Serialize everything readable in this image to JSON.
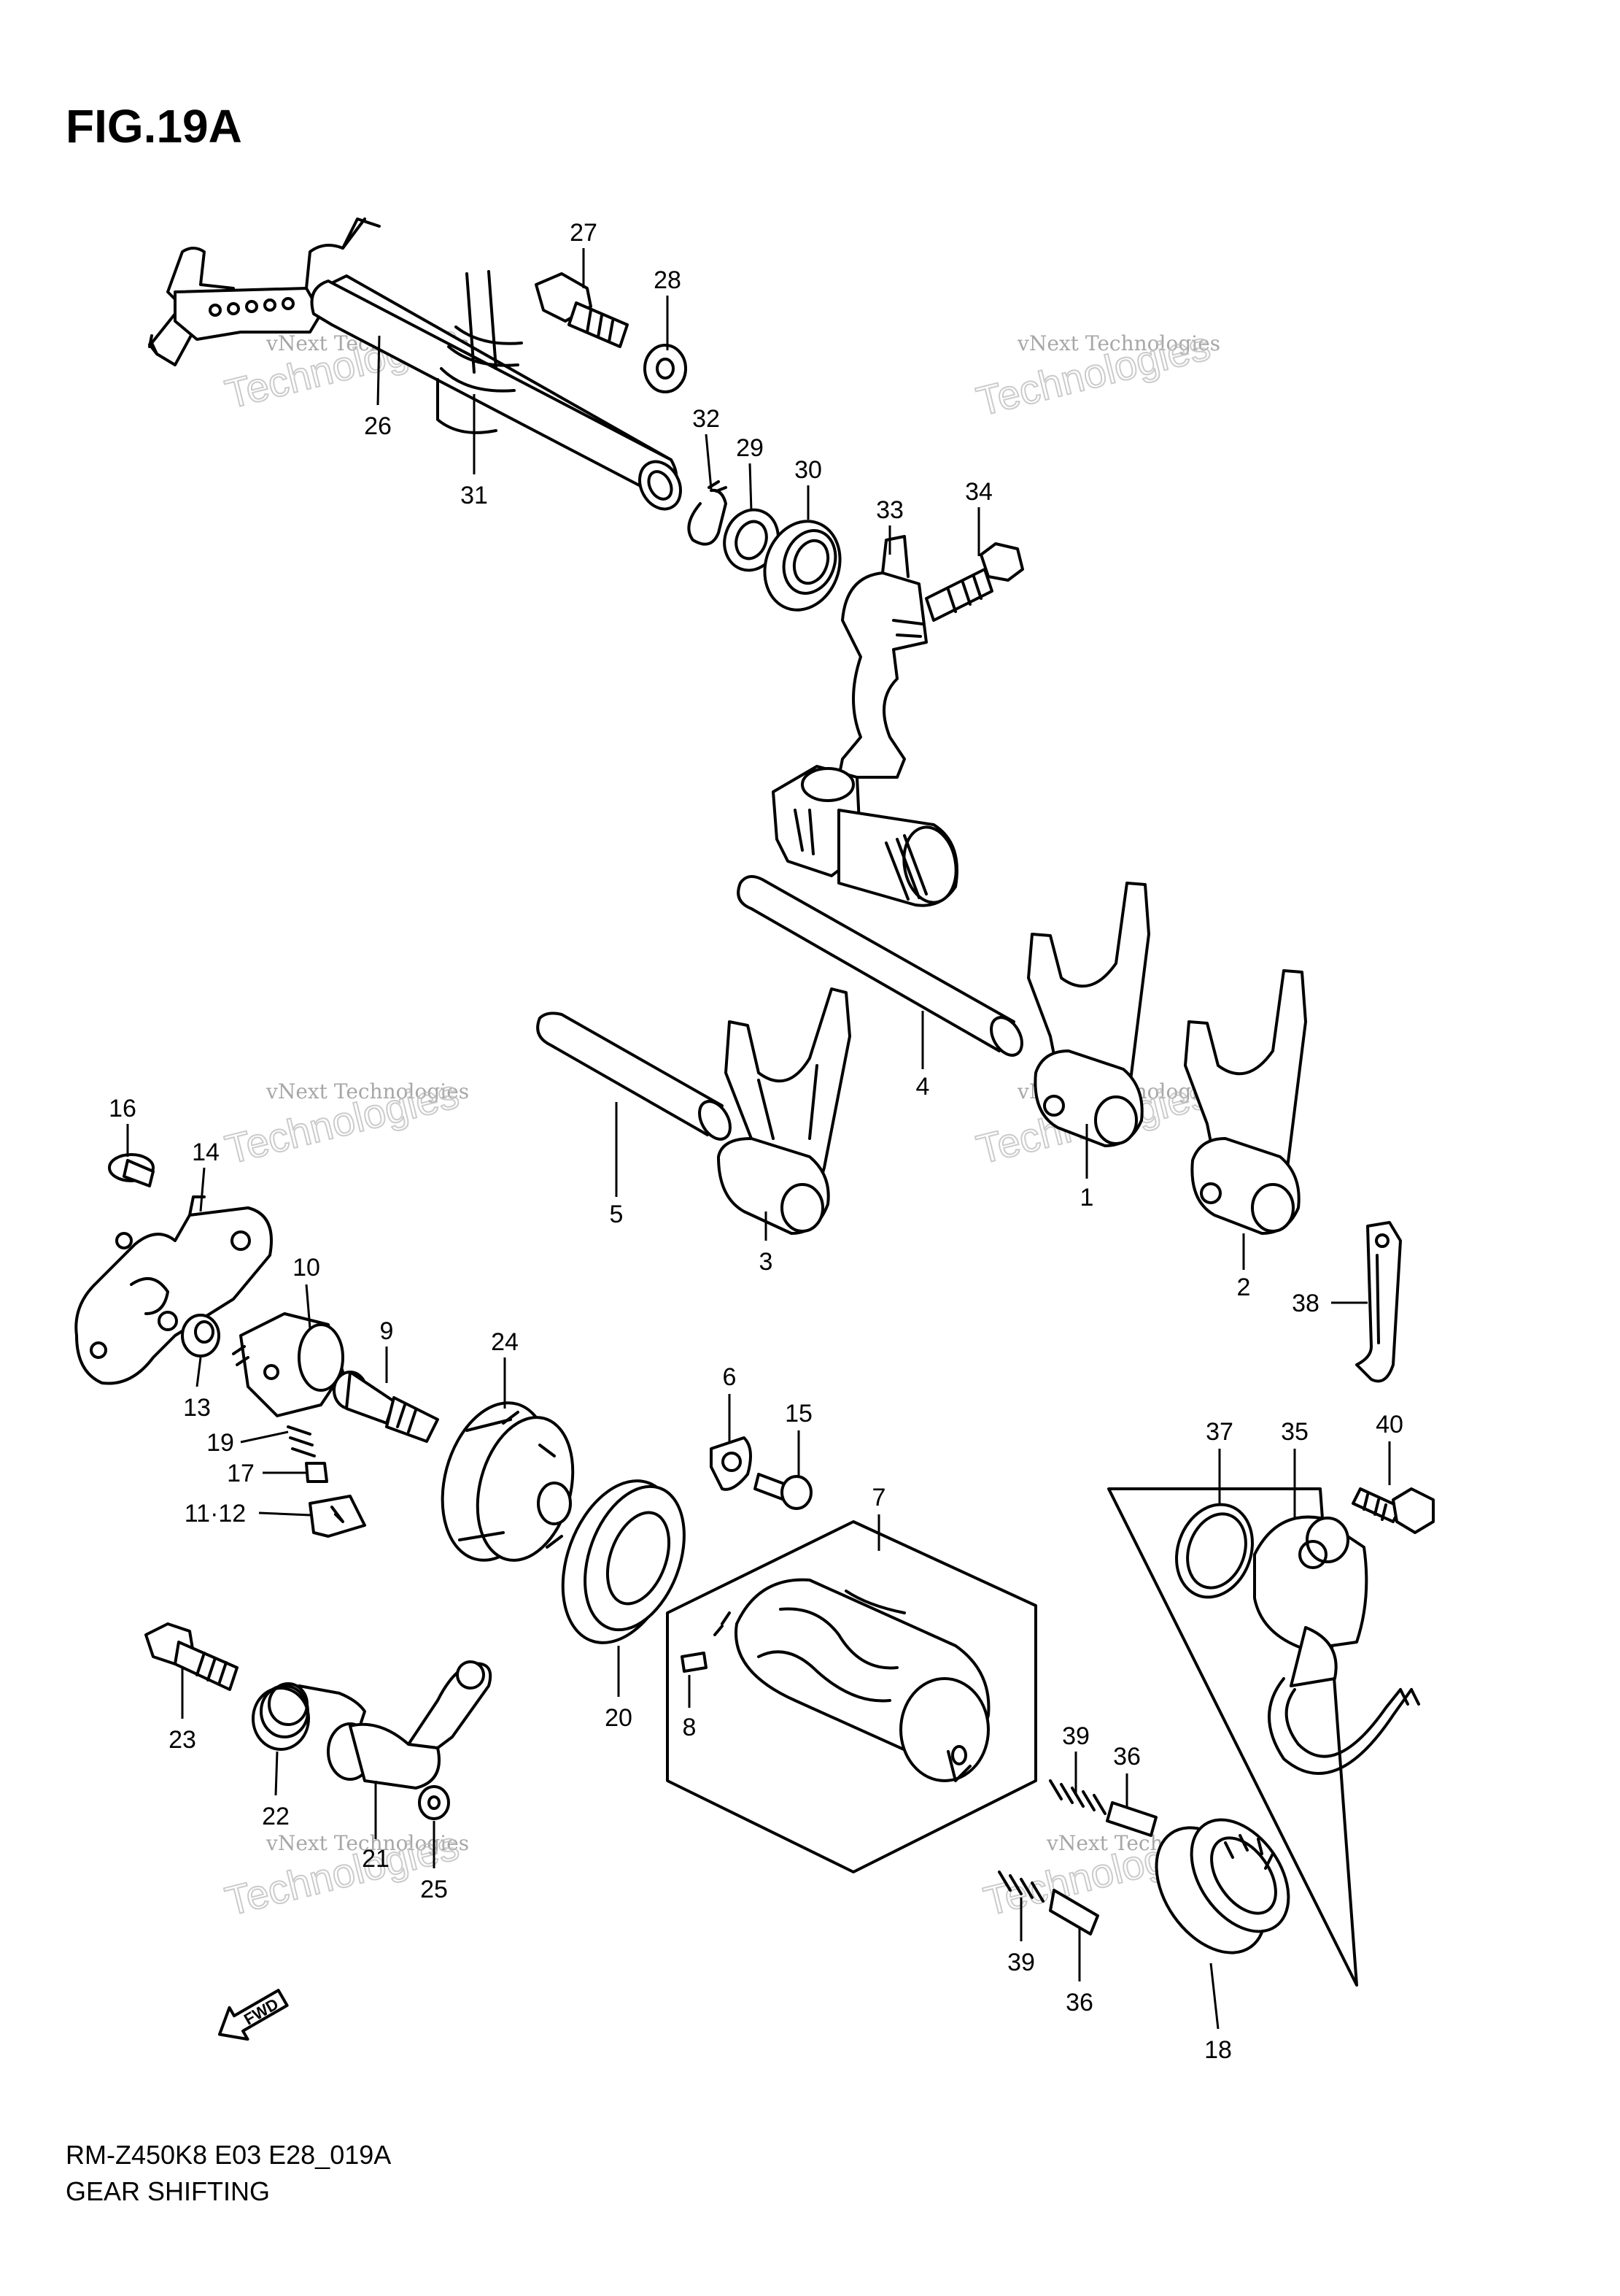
{
  "figure": {
    "title": "FIG.19A",
    "code": "RM-Z450K8 E03 E28_019A",
    "section": "GEAR SHIFTING"
  },
  "fwd_label": "FWD",
  "watermark": {
    "line1": "vNext Technologies",
    "line2": "Technologies"
  },
  "callouts": {
    "c1": "1",
    "c2": "2",
    "c3": "3",
    "c4": "4",
    "c5": "5",
    "c6": "6",
    "c7": "7",
    "c8": "8",
    "c9": "9",
    "c10": "10",
    "c11_12": "11·12",
    "c13": "13",
    "c14": "14",
    "c15": "15",
    "c16": "16",
    "c17": "17",
    "c18": "18",
    "c19": "19",
    "c20": "20",
    "c21": "21",
    "c22": "22",
    "c23": "23",
    "c24": "24",
    "c25": "25",
    "c26": "26",
    "c27": "27",
    "c28": "28",
    "c29": "29",
    "c30": "30",
    "c31": "31",
    "c32": "32",
    "c33": "33",
    "c34": "34",
    "c35": "35",
    "c36a": "36",
    "c36b": "36",
    "c37": "37",
    "c38": "38",
    "c39a": "39",
    "c39b": "39",
    "c40": "40"
  }
}
